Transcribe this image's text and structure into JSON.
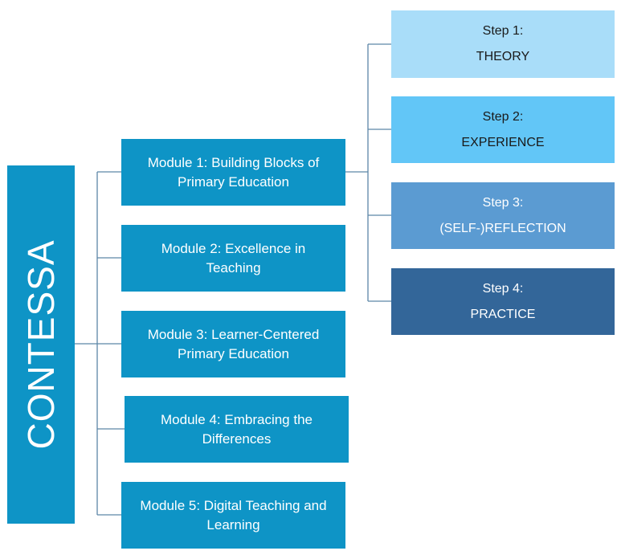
{
  "diagram": {
    "root": {
      "label": "CONTESSA",
      "color": "#0e94c6"
    },
    "modules": [
      {
        "label": "Module 1: Building Blocks of Primary Education"
      },
      {
        "label": "Module 2: Excellence in Teaching"
      },
      {
        "label": "Module 3: Learner-Centered Primary Education"
      },
      {
        "label": "Module 4: Embracing the Differences"
      },
      {
        "label": "Module 5: Digital Teaching and Learning"
      }
    ],
    "steps": [
      {
        "title": "Step 1:",
        "name": "THEORY",
        "color": "#a9ddf9"
      },
      {
        "title": "Step 2:",
        "name": "EXPERIENCE",
        "color": "#62c6f7"
      },
      {
        "title": "Step 3:",
        "name": "(SELF-)REFLECTION",
        "color": "#5b9bd2"
      },
      {
        "title": "Step 4:",
        "name": "PRACTICE",
        "color": "#336699"
      }
    ],
    "connector_color": "#5c86a8"
  }
}
